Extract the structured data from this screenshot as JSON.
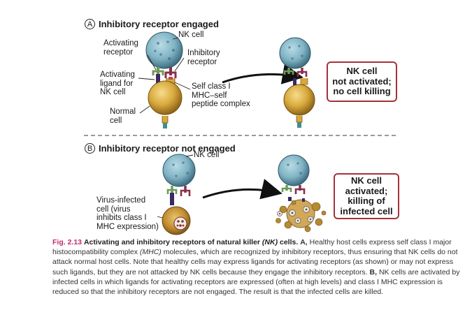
{
  "panel_a": {
    "letter": "A",
    "title": "Inhibitory receptor engaged",
    "labels": {
      "nk_cell": "NK cell",
      "activating_receptor_1": "Activating",
      "activating_receptor_2": "receptor",
      "inhibitory_receptor_1": "Inhibitory",
      "inhibitory_receptor_2": "receptor",
      "activating_ligand_1": "Activating",
      "activating_ligand_2": "ligand for",
      "activating_ligand_3": "NK cell",
      "mhc_1": "Self class I",
      "mhc_2": "MHC–self",
      "mhc_3": "peptide complex",
      "normal_cell_1": "Normal",
      "normal_cell_2": "cell"
    },
    "result_lines": [
      "NK cell",
      "not activated;",
      "no cell killing"
    ]
  },
  "panel_b": {
    "letter": "B",
    "title": "Inhibitory receptor not engaged",
    "labels": {
      "nk_cell": "NK cell",
      "infected_1": "Virus-infected",
      "infected_2": "cell (virus",
      "infected_3": "inhibits class I",
      "infected_4": "MHC expression)"
    },
    "result_lines": [
      "NK cell",
      "activated;",
      "killing of",
      "infected cell"
    ]
  },
  "caption": {
    "label": "Fig. 2.13",
    "title_pre": "Activating and inhibitory receptors of natural killer",
    "title_italic": "(NK)",
    "title_post": "cells.",
    "a_letter": "A,",
    "a_text_1": "Healthy host cells express self class I major histocompatibility complex",
    "a_italic": "(MHC)",
    "a_text_2": "molecules, which are recognized by inhibitory receptors, thus ensuring that NK cells do not attack normal host cells. Note that healthy cells may express ligands for activating receptors (as shown) or may not express such ligands, but they are not attacked by NK cells because they engage the inhibitory receptors.",
    "b_letter": "B,",
    "b_text": "NK cells are activated by infected cells in which ligands for activating receptors are expressed (often at high levels) and class I MHC expression is reduced so that the inhibitory receptors are not engaged. The result is that the infected cells are killed."
  },
  "colors": {
    "nk_cell": "#7fb3c4",
    "normal_cell": "#d9aa3e",
    "activating_receptor": "#6f9a58",
    "inhibitory_receptor": "#8a2f4a",
    "ligand": "#3a2a60",
    "mhc": "#d8a83a",
    "result_border": "#a6323a",
    "caption_label": "#c22a6b"
  }
}
